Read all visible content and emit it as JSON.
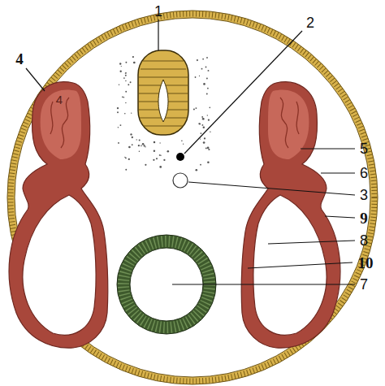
{
  "diagram": {
    "labels": [
      "1",
      "2",
      "4",
      "4",
      "5",
      "6",
      "3",
      "9",
      "8",
      "10",
      "7"
    ]
  }
}
